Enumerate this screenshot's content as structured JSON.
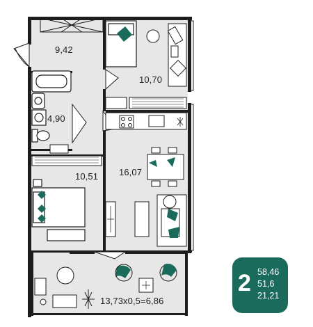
{
  "rooms": [
    {
      "id": "hall",
      "label": "9,42"
    },
    {
      "id": "bedroom-small",
      "label": "10,70"
    },
    {
      "id": "bathroom",
      "label": "4,90"
    },
    {
      "id": "bedroom-main",
      "label": "10,51"
    },
    {
      "id": "living-kitchen",
      "label": "16,07"
    },
    {
      "id": "loggia",
      "label": "13,73x0,5=6,86"
    }
  ],
  "badge": {
    "rooms_count": "2",
    "total_area": "58,46",
    "living_area": "51,6",
    "living_rooms_area": "21,21",
    "color": "#1a6b5c"
  },
  "colors": {
    "wall": "#1d1d1b",
    "floor": "#e6e6e6",
    "accent": "#1a6b5c"
  }
}
